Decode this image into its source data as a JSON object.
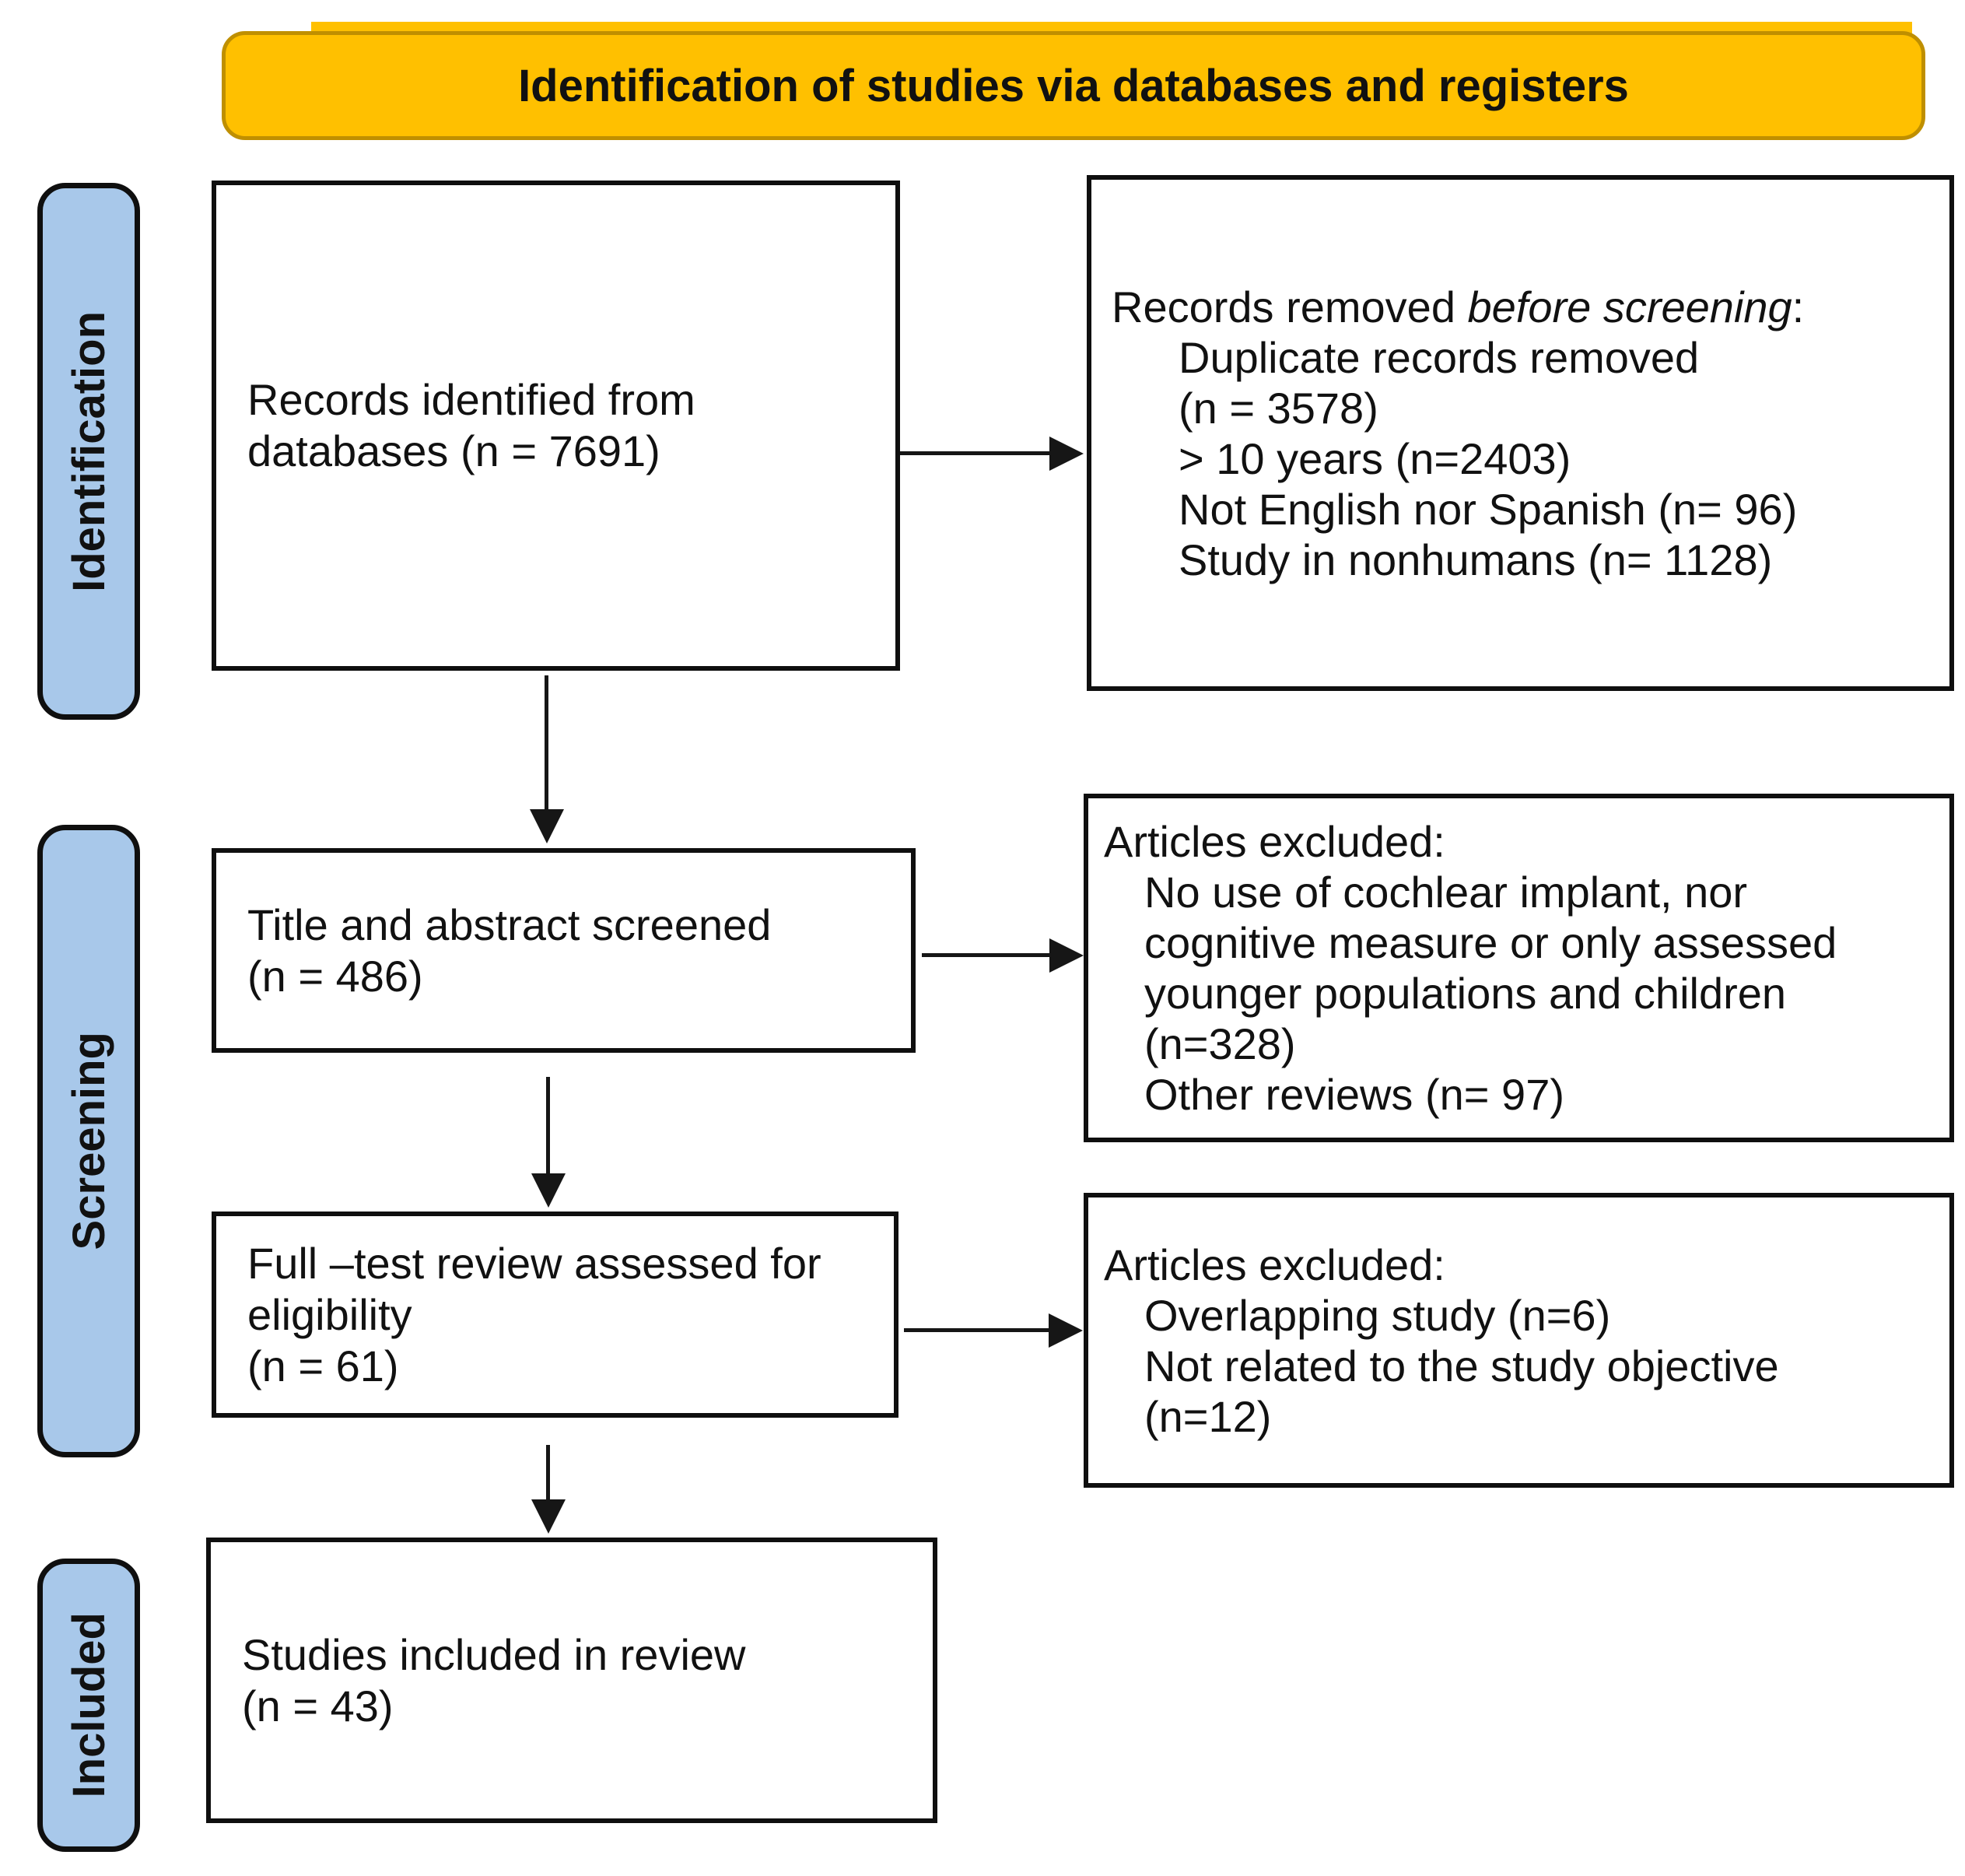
{
  "header": {
    "title": "Identification of studies via databases and registers"
  },
  "stages": [
    {
      "label": "Identification"
    },
    {
      "label": "Screening"
    },
    {
      "label": "Included"
    }
  ],
  "boxes": {
    "records_identified": {
      "lines": [
        "Records identified from",
        "databases (n = 7691)"
      ]
    },
    "records_removed": {
      "intro_prefix": "Records removed ",
      "intro_italic": "before screening",
      "intro_suffix": ":",
      "items": [
        "Duplicate records removed",
        "(n = 3578)",
        "> 10 years (n=2403)",
        "Not English nor Spanish (n= 96)",
        "Study in nonhumans (n= 1128)"
      ]
    },
    "title_abstract": {
      "lines": [
        "Title and abstract screened",
        "(n = 486)"
      ]
    },
    "articles_excluded_screening": {
      "intro": "Articles excluded:",
      "items": [
        "No use of cochlear implant, nor",
        "cognitive measure or only assessed",
        "younger populations and children",
        "(n=328)",
        "Other reviews (n= 97)"
      ]
    },
    "fulltext_review": {
      "lines": [
        "Full –test review assessed for",
        "eligibility",
        "(n = 61)"
      ]
    },
    "articles_excluded_eligibility": {
      "intro": "Articles excluded:",
      "items": [
        "Overlapping study (n=6)",
        "Not related to the study objective",
        "(n=12)"
      ]
    },
    "studies_included": {
      "lines": [
        "Studies included in review",
        "(n = 43)"
      ]
    }
  },
  "colors": {
    "header_fill": "#FFC000",
    "header_border": "#BF8F00",
    "stage_fill": "#A8C8EA",
    "box_border": "#0F0F0F",
    "arrow": "#161616"
  }
}
